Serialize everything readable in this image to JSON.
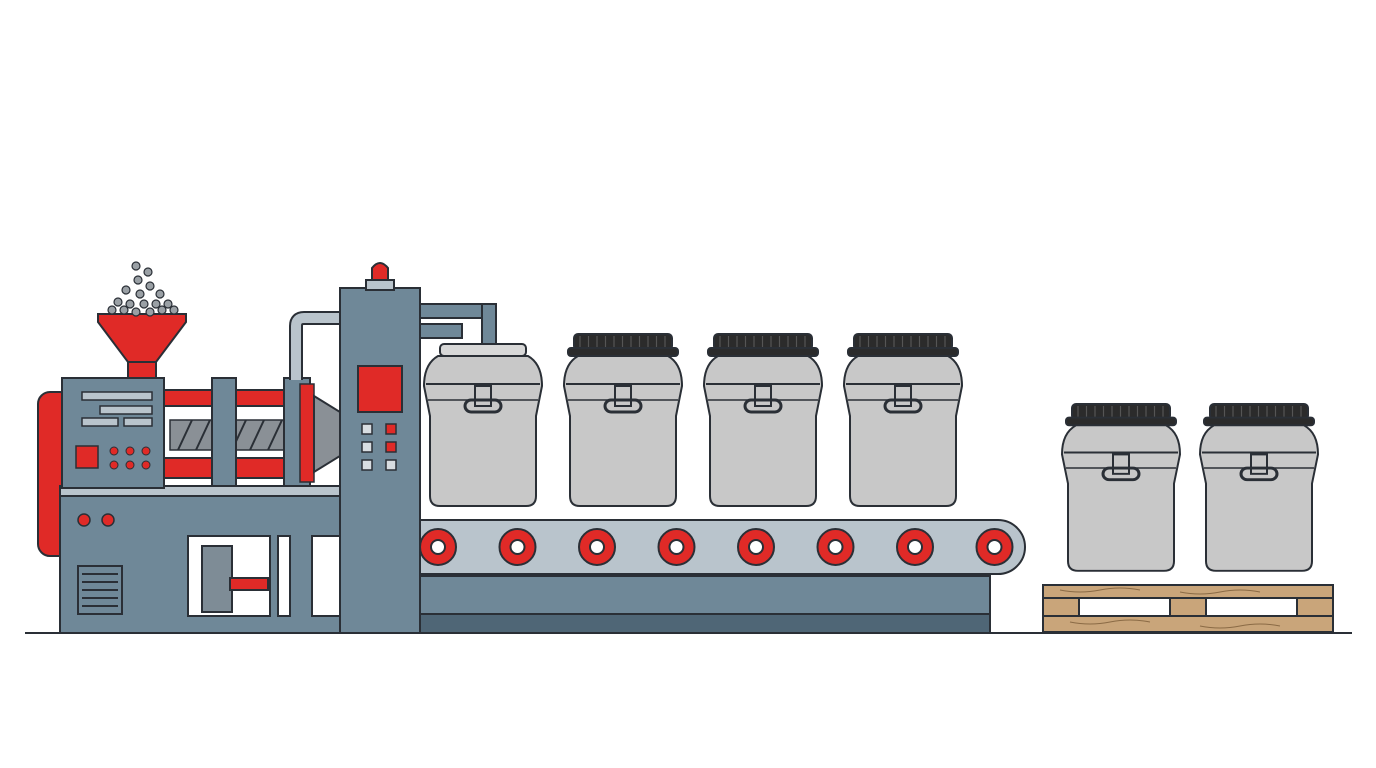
{
  "scene": {
    "description_visible_text": "",
    "colors": {
      "background": "#ffffff",
      "machine_body": "#6f8898",
      "machine_dark": "#4f6676",
      "accent_red": "#e02a27",
      "drum_gray": "#c8c8c8",
      "drum_lid": "#2b2b2b",
      "outline": "#2a2f36",
      "pallet_wood": "#c9a57a",
      "pellet_gray": "#8a8f94"
    },
    "icons": [
      "hopper-icon",
      "pellets-icon",
      "injection-molding-machine-icon",
      "screw-barrel-icon",
      "control-panel-icon",
      "warning-light-icon",
      "conveyor-belt-icon",
      "plastic-drum-icon",
      "pallet-icon"
    ],
    "conveyor": {
      "roller_count": 8,
      "drum_count": 4
    },
    "pallet": {
      "drum_count": 2
    }
  }
}
